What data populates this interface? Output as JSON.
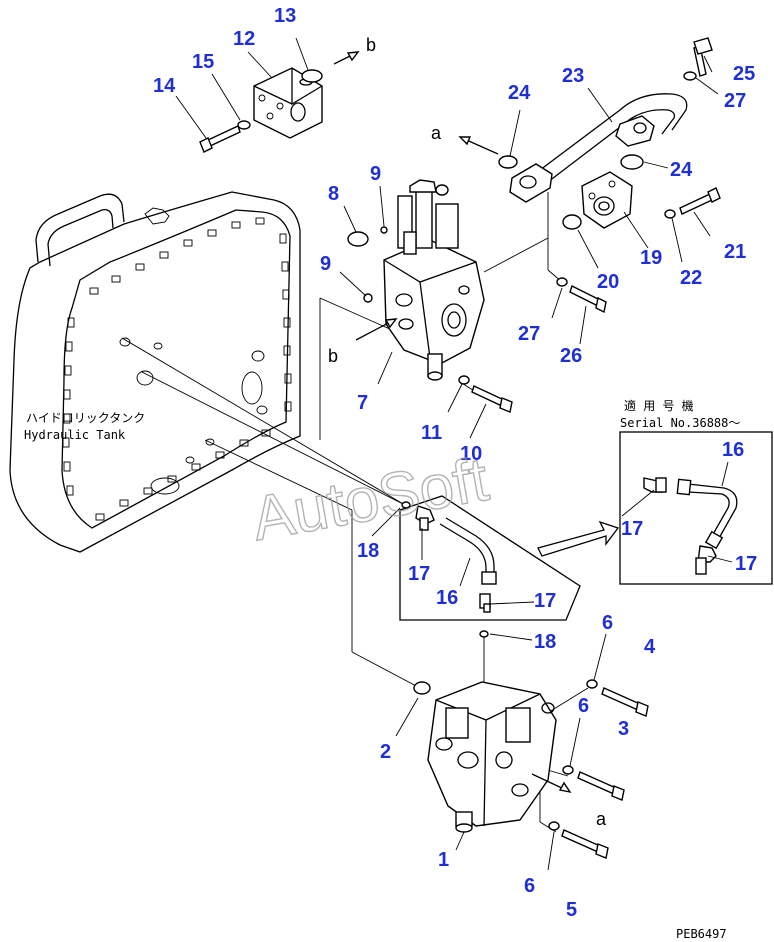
{
  "tank_label_jp": "ハイドロリックタンク",
  "tank_label_en": "Hydraulic Tank",
  "serial_label_jp": "適 用 号 機",
  "serial_label_en": "Serial No.36888～",
  "drawing_code": "PEB6497",
  "watermark": "AutoSoft",
  "ref_letters": {
    "a_top": "a",
    "a_bottom": "a",
    "b_top": "b",
    "b_left": "b"
  },
  "callouts": {
    "c1": "1",
    "c2": "2",
    "c3": "3",
    "c4": "4",
    "c5": "5",
    "c6a": "6",
    "c6b": "6",
    "c6c": "6",
    "c7": "7",
    "c8": "8",
    "c9a": "9",
    "c9b": "9",
    "c10": "10",
    "c11": "11",
    "c12": "12",
    "c13": "13",
    "c14": "14",
    "c15": "15",
    "c16a": "16",
    "c16b": "16",
    "c17a": "17",
    "c17b": "17",
    "c17c": "17",
    "c17d": "17",
    "c18a": "18",
    "c18b": "18",
    "c19": "19",
    "c20": "20",
    "c21": "21",
    "c22": "22",
    "c23": "23",
    "c24a": "24",
    "c24b": "24",
    "c25": "25",
    "c26": "26",
    "c27a": "27",
    "c27b": "27"
  },
  "colors": {
    "callout": "#1f2fd6",
    "line": "#000000",
    "watermark": "#9a9a9a"
  }
}
